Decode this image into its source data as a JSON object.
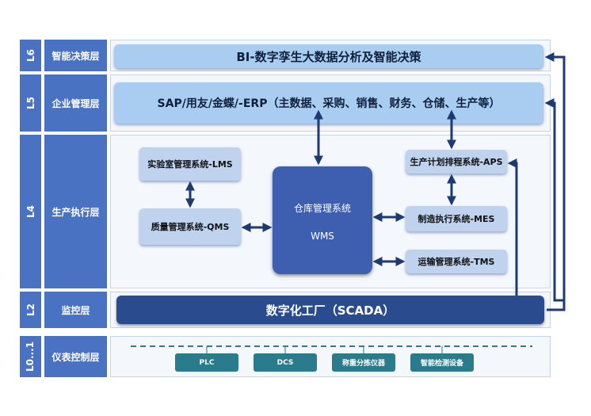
{
  "levels": [
    {
      "code": "L6",
      "name": "智能决策层"
    },
    {
      "code": "L5",
      "name": "企业管理层"
    },
    {
      "code": "L4",
      "name": "生产执行层"
    },
    {
      "code": "L2",
      "name": "监控层"
    },
    {
      "code": "L0...1",
      "name": "仪表控制层"
    }
  ],
  "l6": {
    "band": "BI-数字孪生大数据分析及智能决策"
  },
  "l5": {
    "band": "SAP/用友/金蝶/-ERP（主数据、采购、销售、财务、仓储、生产等）"
  },
  "l4": {
    "lms": "实验室管理系统-LMS",
    "qms": "质量管理系统-QMS",
    "wms_name": "仓库管理系统",
    "wms_code": "WMS",
    "aps": "生产计划排程系统-APS",
    "mes": "制造执行系统-MES",
    "tms": "运输管理系统-TMS"
  },
  "l2": {
    "band": "数字化工厂（SCADA）"
  },
  "l0": {
    "devices": [
      "PLC",
      "DCS",
      "称重分拣仪器",
      "智能检测设备"
    ]
  },
  "colors": {
    "level_bg": "#4a72c2",
    "band_light": "#a9cdf0",
    "band_dark": "#2a4c8f",
    "wms": "#3e5eaf",
    "device": "#2a7c8c",
    "arrow": "#1e3a72"
  }
}
